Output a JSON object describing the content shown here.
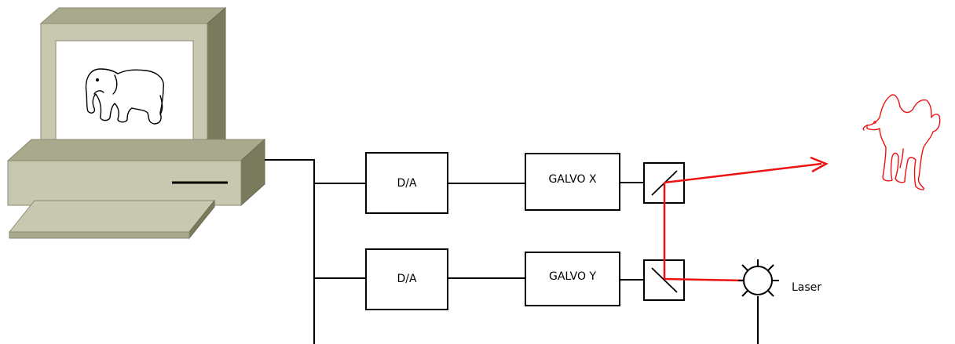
{
  "labels": {
    "da_top": "D/A",
    "da_bottom": "D/A",
    "galvo_x": "GALVO X",
    "galvo_y": "GALVO Y",
    "laser": "Laser"
  },
  "colors": {
    "beam": "#ee1111",
    "wire": "#000000",
    "computer_face": "#c8c8b0",
    "computer_side": "#7a7a5c",
    "computer_top": "#a9a98d",
    "computer_edge": "#8a8a70"
  },
  "icons": {
    "computer": "computer-icon",
    "elephant": "elephant-icon",
    "camel": "camel-icon",
    "laser": "laser-icon",
    "mirror": "mirror-icon"
  }
}
